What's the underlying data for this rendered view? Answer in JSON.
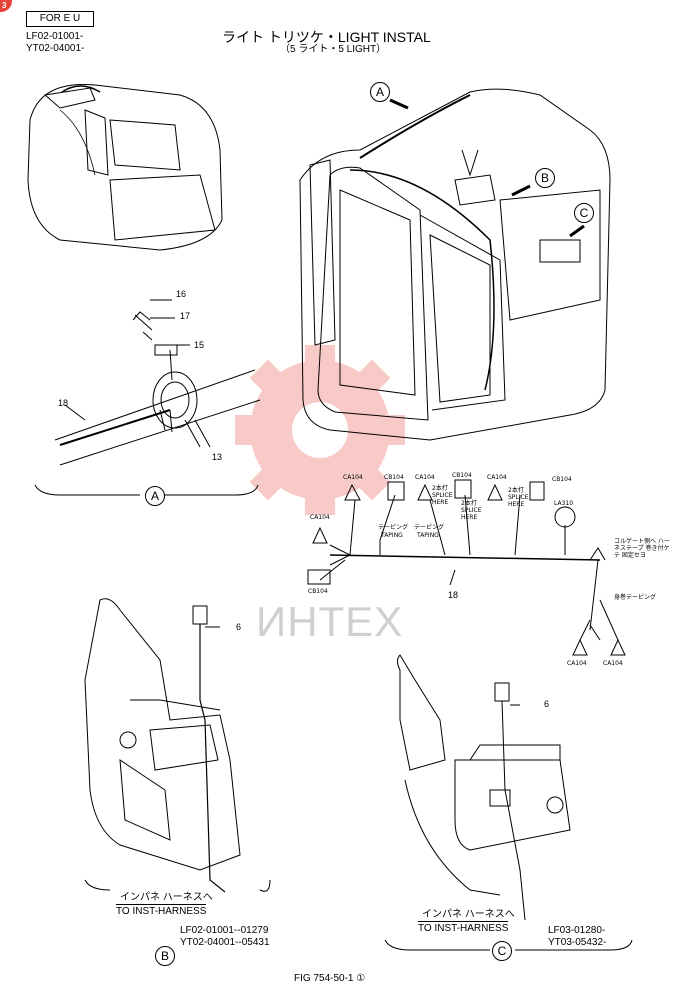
{
  "header": {
    "corner_badge": "3",
    "region_box": "FOR E U",
    "serial_top_1": "LF02-01001-",
    "serial_top_2": "YT02-04001-",
    "title": "ライト トリツケ・LIGHT INSTAL",
    "subtitle": "（5 ライト・5 LIGHT）"
  },
  "views": {
    "a": "A",
    "b": "B",
    "c": "C"
  },
  "callouts": {
    "p16": "16",
    "p17": "17",
    "p15": "15",
    "p18": "18",
    "p13": "13",
    "p18_main": "18",
    "p6_b": "6",
    "p6_c": "6"
  },
  "harness_tags": {
    "ca104_1": "CA104",
    "cb104_1": "CB104",
    "ca104_2": "CA104",
    "cb104_2": "CB104",
    "ca104_3": "CA104",
    "cb104_3": "CB104",
    "ca104_4": "CA104",
    "cb104_left": "CB104",
    "la310": "LA310",
    "ca104_r1": "CA104",
    "ca104_r2": "CA104",
    "splice_1": "2本打 SPLICE HERE",
    "splice_2": "2本打 SPLICE HERE",
    "splice_3": "2本打 SPLICE HERE",
    "taping_1_jp": "テーピング",
    "taping_1_en": "TAPING",
    "taping_2_jp": "テーピング",
    "taping_2_en": "TAPING",
    "note_right": "コルゲート側へ ハーネステープ 巻き付ケテ 固定セヨ",
    "taping_right": "身巻テーピング"
  },
  "labels": {
    "b_note_jp": "インパネ ハーネスへ",
    "b_note_en": "TO INST-HARNESS",
    "b_serial_1": "LF02-01001--01279",
    "b_serial_2": "YT02-04001--05431",
    "c_note_jp": "インパネ ハーネスへ",
    "c_note_en": "TO INST-HARNESS",
    "c_serial_1": "LF03-01280-",
    "c_serial_2": "YT03-05432-"
  },
  "footer": {
    "fig": "FIG 754-50-1 ①"
  },
  "watermark": {
    "text": "ИНТЕХ",
    "color": "#e8433a"
  }
}
